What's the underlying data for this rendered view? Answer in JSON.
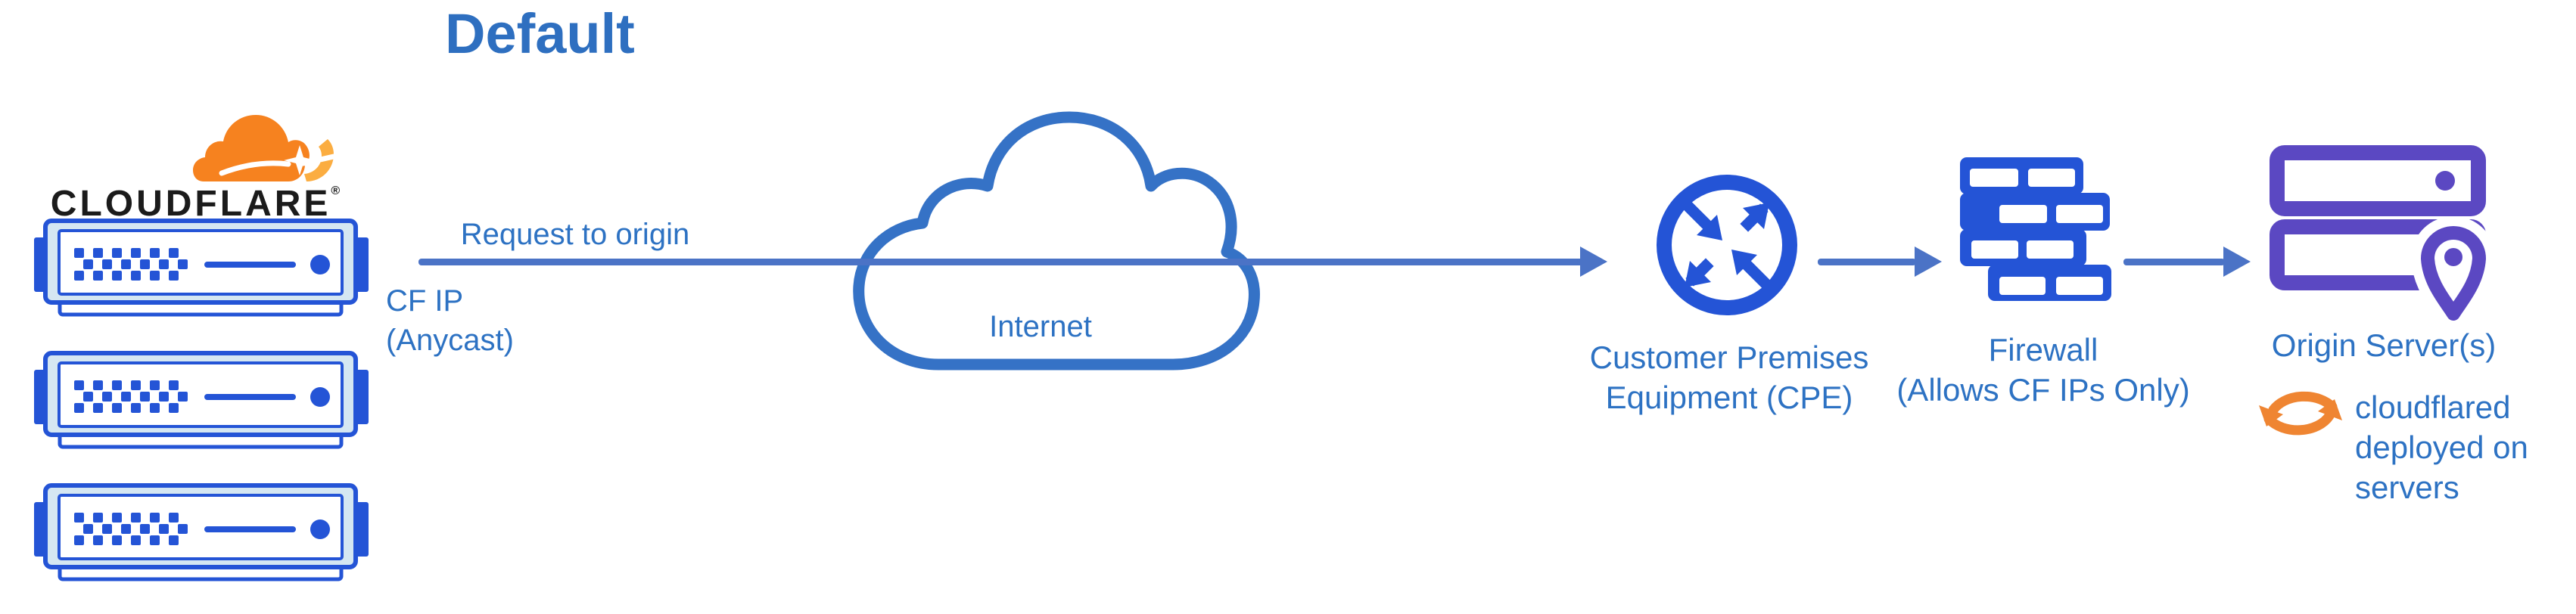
{
  "title": "Default",
  "brand": {
    "wordmark": "CLOUDFLARE",
    "registered": "®"
  },
  "edge": {
    "label_request": "Request to origin",
    "label_ip_line1": "CF IP",
    "label_ip_line2": "(Anycast)"
  },
  "internet": {
    "label": "Internet"
  },
  "cpe": {
    "label_line1": "Customer Premises",
    "label_line2": "Equipment (CPE)"
  },
  "firewall": {
    "label_line1": "Firewall",
    "label_line2": "(Allows CF IPs Only)"
  },
  "origin": {
    "label": "Origin Server(s)",
    "note_line1": "cloudflared",
    "note_line2": "deployed on",
    "note_line3": "servers"
  },
  "icons": {
    "logo": "cloudflare-logo-icon",
    "edge_servers": "edge-server-icon",
    "internet": "internet-cloud-icon",
    "cpe": "router-arrows-icon",
    "firewall": "brick-wall-icon",
    "origin": "server-stack-location-icon",
    "cloudflared": "sync-arrows-icon"
  },
  "colors": {
    "arrow": "#4b73c6",
    "icon_blue": "#2454d6",
    "label_blue": "#2d72c3",
    "title_blue": "#2e6fc0",
    "purple": "#5b48c2",
    "orange": "#f6821f",
    "orange_light": "#fbad41",
    "sync_orange": "#ef8532",
    "server_bezel": "#d5e7f2"
  }
}
